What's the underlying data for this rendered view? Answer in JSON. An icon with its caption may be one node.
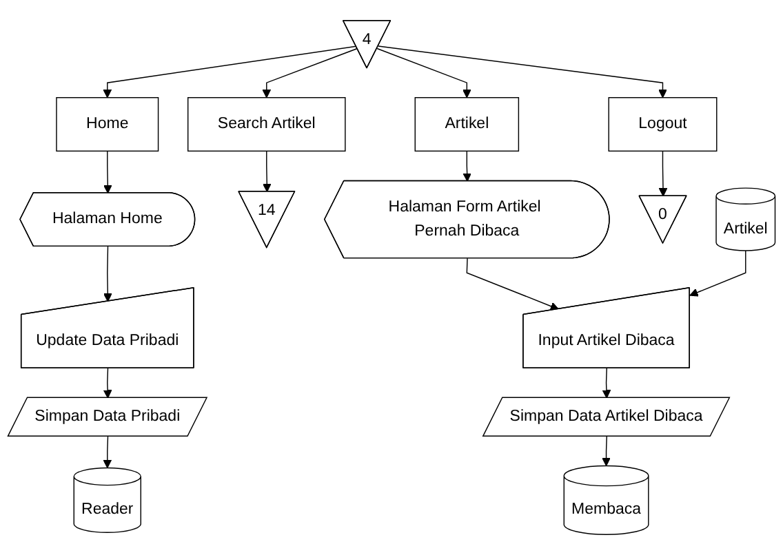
{
  "diagram": {
    "nodes": [
      {
        "text": [
          "4"
        ]
      },
      {
        "text": [
          "Home"
        ]
      },
      {
        "text": [
          "Search Artikel"
        ]
      },
      {
        "text": [
          "Artikel"
        ]
      },
      {
        "text": [
          "Logout"
        ]
      },
      {
        "text": [
          "Halaman Home"
        ]
      },
      {
        "text": [
          "14"
        ]
      },
      {
        "text": [
          "Halaman Form Artikel Pernah Dibaca"
        ]
      },
      {
        "text": [
          "0"
        ]
      },
      {
        "text": [
          "Update Data Pribadi"
        ]
      },
      {
        "text": [
          "Input Artikel Dibaca"
        ]
      },
      {
        "text": [
          "Artikel"
        ]
      },
      {
        "text": [
          "Simpan Data Pribadi"
        ]
      },
      {
        "text": [
          "Reader"
        ]
      },
      {
        "text": [
          "Simpan Data Artikel Dibaca"
        ]
      },
      {
        "text": [
          "Membaca"
        ]
      }
    ],
    "edges": [
      {
        "from": 0,
        "to": 1,
        "arrow": "to"
      },
      {
        "from": 0,
        "to": 2,
        "arrow": "to"
      },
      {
        "from": 0,
        "to": 3,
        "arrow": "to"
      },
      {
        "from": 0,
        "to": 4,
        "arrow": "to"
      },
      {
        "from": 1,
        "to": 5,
        "arrow": "to"
      },
      {
        "from": 2,
        "to": 6,
        "arrow": "to"
      },
      {
        "from": 3,
        "to": 7,
        "arrow": "to"
      },
      {
        "from": 4,
        "to": 8,
        "arrow": "to"
      },
      {
        "from": 5,
        "to": 9,
        "arrow": "to"
      },
      {
        "from": 9,
        "to": 12,
        "arrow": "to"
      },
      {
        "from": 12,
        "to": 13,
        "arrow": "to"
      },
      {
        "from": 7,
        "to": 10,
        "arrow": "to"
      },
      {
        "from": 11,
        "to": 10,
        "arrow": "to"
      },
      {
        "from": 10,
        "to": 14,
        "arrow": "to"
      },
      {
        "from": 14,
        "to": 15,
        "arrow": "to"
      }
    ]
  }
}
